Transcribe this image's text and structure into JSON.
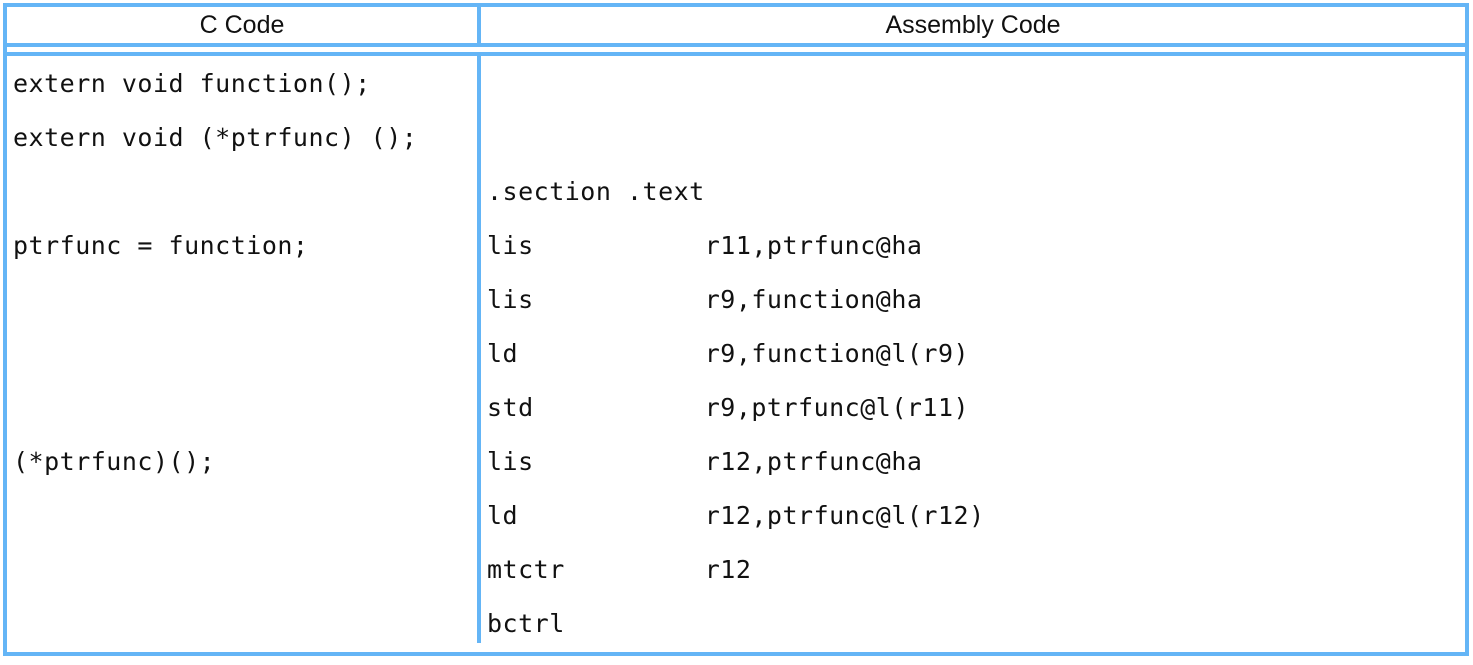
{
  "table": {
    "columns": [
      {
        "header": "C Code"
      },
      {
        "header": "Assembly Code"
      }
    ],
    "c_code_lines": [
      "extern void function();",
      "extern void (*ptrfunc) ();",
      "",
      "ptrfunc = function;",
      "",
      "",
      "",
      "(*ptrfunc)();",
      "",
      "",
      ""
    ],
    "assembly_lines": [
      "",
      "",
      ".section .text",
      "lis           r11,ptrfunc@ha",
      "lis           r9,function@ha",
      "ld            r9,function@l(r9)",
      "std           r9,ptrfunc@l(r11)",
      "lis           r12,ptrfunc@ha",
      "ld            r12,ptrfunc@l(r12)",
      "mtctr         r12",
      "bctrl"
    ]
  },
  "colors": {
    "border": "#64b5f6",
    "text": "#111111",
    "background": "#ffffff"
  }
}
